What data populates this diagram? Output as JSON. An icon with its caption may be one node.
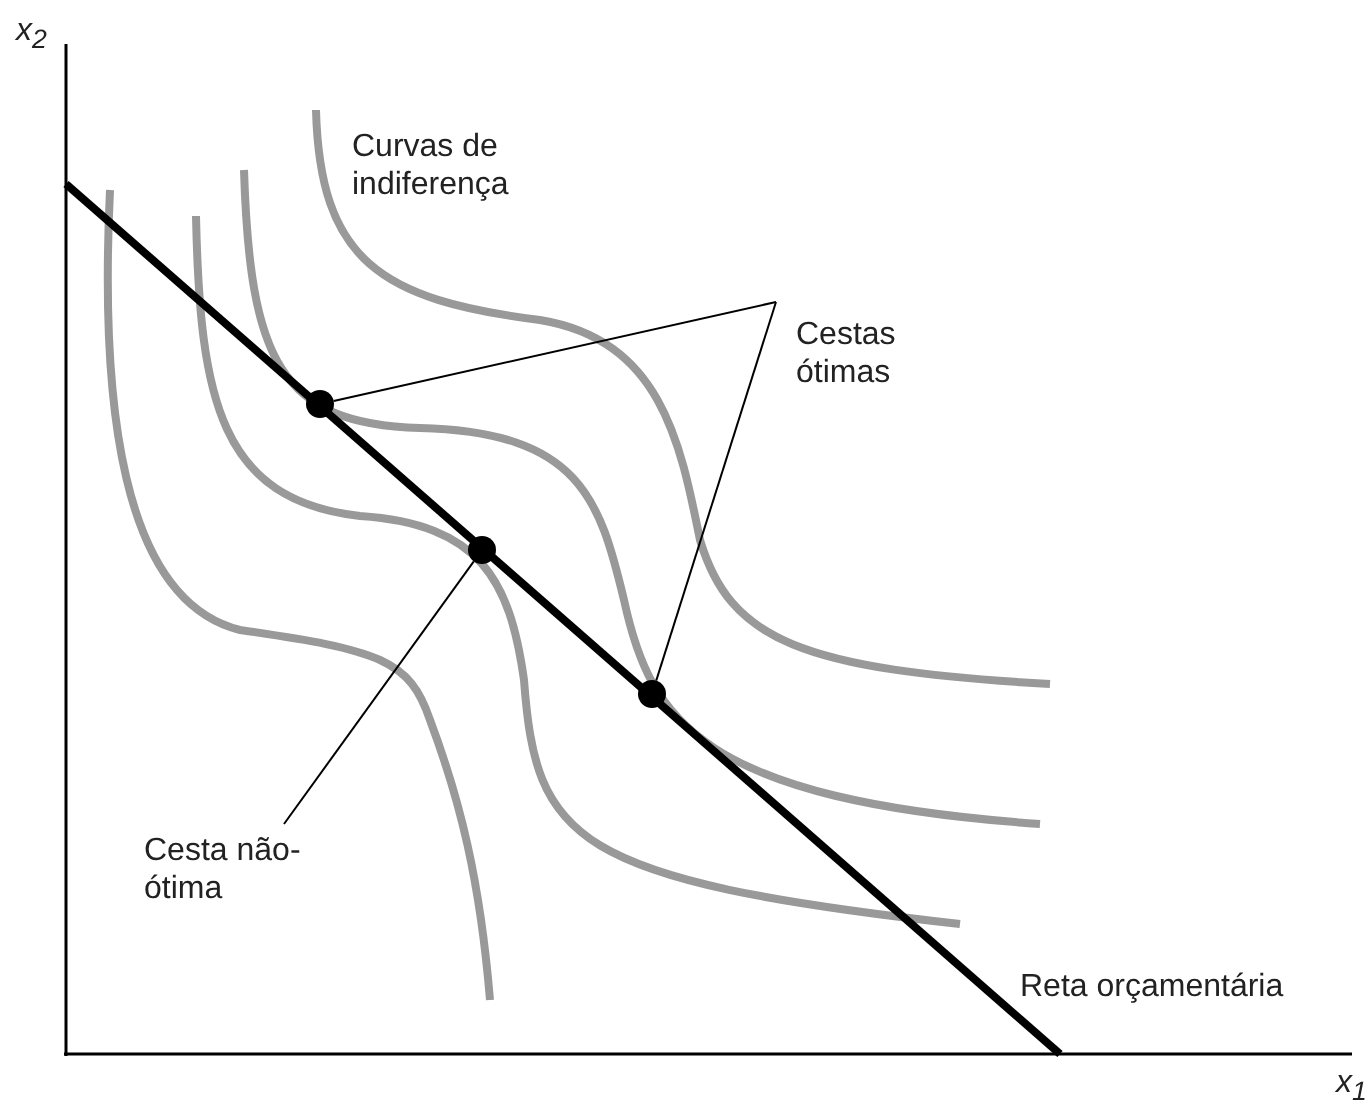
{
  "diagram": {
    "nodes": [
      {
        "text": [
          "Cestas ótimas"
        ]
      },
      {
        "text": [],
        "shape": "circle"
      },
      {
        "text": [],
        "shape": "circle"
      },
      {
        "text": [],
        "shape": "circle"
      },
      {
        "text": [
          "Cesta não-ótima"
        ]
      }
    ],
    "edges": [
      {
        "from": 0,
        "to": 1,
        "arrow": "none"
      },
      {
        "from": 0,
        "to": 3,
        "arrow": "none"
      },
      {
        "from": 4,
        "to": 2,
        "arrow": "none"
      }
    ],
    "labels": [
      "x$_{2}$",
      "Curvas de indiferença",
      "Reta orçamentária",
      "x$_{1}$"
    ]
  }
}
